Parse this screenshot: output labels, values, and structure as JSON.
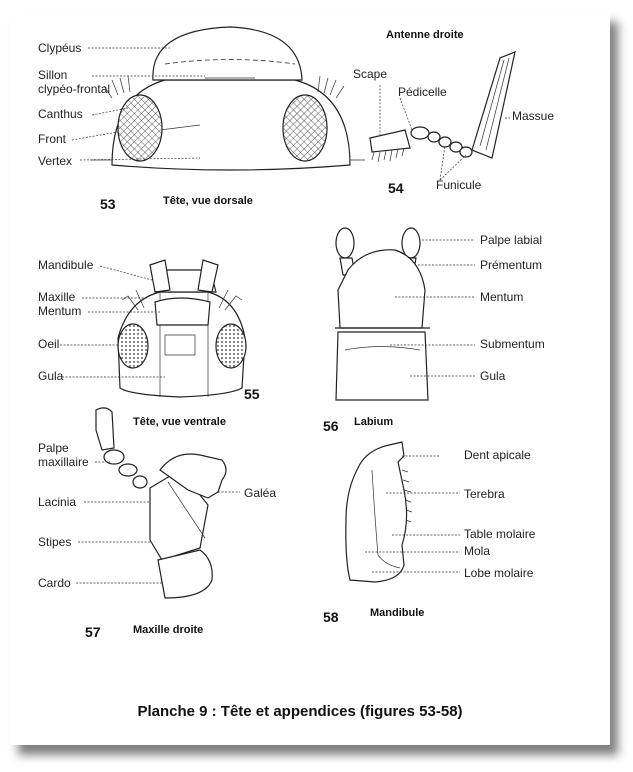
{
  "plate": {
    "title": "Planche 9 : Tête et appendices (figures 53-58)"
  },
  "figures": [
    {
      "number": "53",
      "caption": "Tête, vue dorsale",
      "labels": [
        "Clypéus",
        "Sillon",
        "clypéo-frontal",
        "Canthus",
        "Front",
        "Vertex"
      ]
    },
    {
      "number": "54",
      "caption": "Antenne droite",
      "labels": [
        "Scape",
        "Pédicelle",
        "Massue",
        "Funicule"
      ]
    },
    {
      "number": "55",
      "caption": "Tête, vue ventrale",
      "labels": [
        "Mandibule",
        "Maxille",
        "Mentum",
        "Oeil",
        "Gula"
      ]
    },
    {
      "number": "56",
      "caption": "Labium",
      "labels": [
        "Palpe labial",
        "Prémentum",
        "Mentum",
        "Submentum",
        "Gula"
      ]
    },
    {
      "number": "57",
      "caption": "Maxille droite",
      "labels": [
        "Palpe",
        "maxillaire",
        "Lacinia",
        "Stipes",
        "Cardo",
        "Galéa"
      ]
    },
    {
      "number": "58",
      "caption": "Mandibule",
      "labels": [
        "Dent apicale",
        "Terebra",
        "Table molaire",
        "Mola",
        "Lobe molaire"
      ]
    }
  ]
}
